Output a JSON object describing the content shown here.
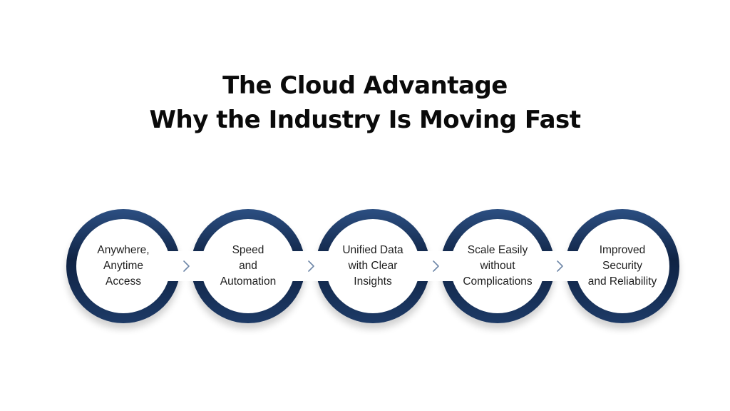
{
  "title": {
    "line1": "The Cloud Advantage",
    "line2": "Why the Industry Is Moving Fast"
  },
  "colors": {
    "ring_dark": "#0f2344",
    "ring_mid": "#2c4f82",
    "ring_light": "#4a6ea0",
    "arrow": "#6f87a8",
    "text": "#1e1e1e"
  },
  "steps": [
    {
      "lines": [
        "Anywhere,",
        "Anytime",
        "Access"
      ]
    },
    {
      "lines": [
        "Speed",
        "and",
        "Automation"
      ]
    },
    {
      "lines": [
        "Unified Data",
        "with Clear",
        "Insights"
      ]
    },
    {
      "lines": [
        "Scale Easily",
        "without",
        "Complications"
      ]
    },
    {
      "lines": [
        "Improved",
        "Security",
        "and Reliability"
      ]
    }
  ],
  "connector_icon": "chevron-right-icon"
}
